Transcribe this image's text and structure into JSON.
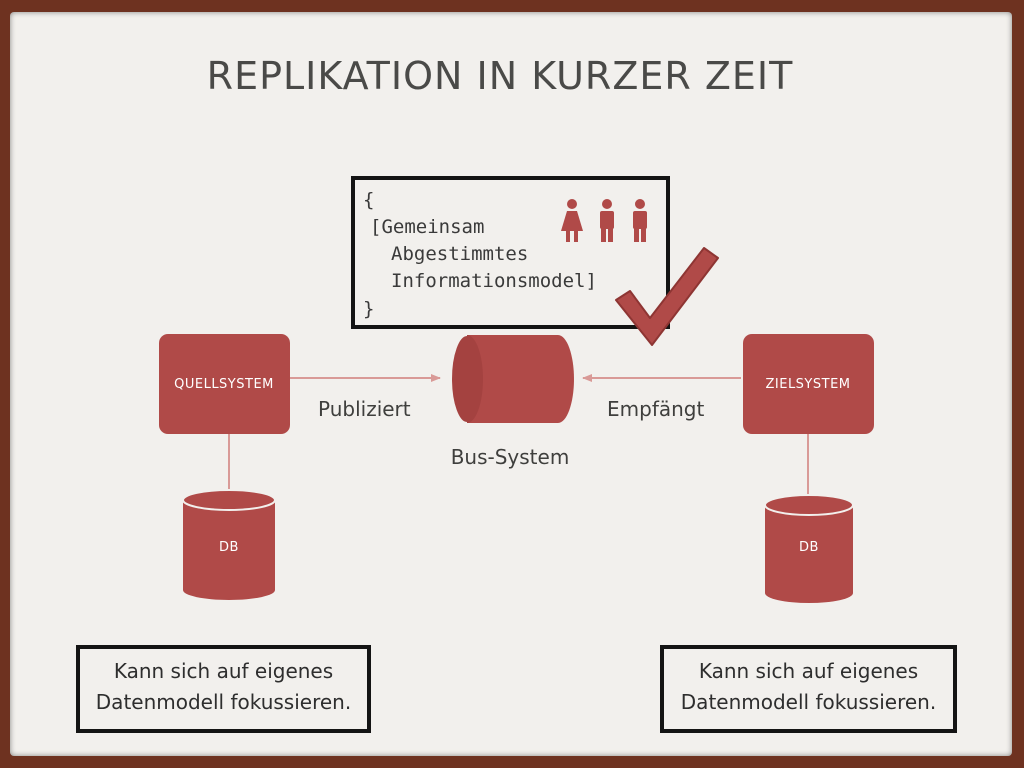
{
  "slide": {
    "title": "REPLIKATION IN KURZER ZEIT"
  },
  "code_box": {
    "lines": [
      "{",
      "[Gemeinsam",
      "Abgestimmtes",
      "Informationsmodel]",
      "}"
    ],
    "icons": [
      "woman-icon",
      "man-icon",
      "man-icon"
    ],
    "check_icon": "checkmark-icon"
  },
  "nodes": {
    "source": "QUELLSYSTEM",
    "target": "ZIELSYSTEM",
    "bus": "Bus-System",
    "source_db": "DB",
    "target_db": "DB"
  },
  "edges": {
    "publish": "Publiziert",
    "receive": "Empfängt"
  },
  "notes": {
    "left": [
      "Kann sich auf eigenes",
      "Datenmodell fokussieren."
    ],
    "right": [
      "Kann sich auf eigenes",
      "Datenmodell fokussieren."
    ]
  },
  "colors": {
    "accent": "#b04a48",
    "accent_dark": "#8e3533",
    "connector": "#d99a97",
    "frame": "#6e3220",
    "slide_bg": "#f2f0ed"
  }
}
